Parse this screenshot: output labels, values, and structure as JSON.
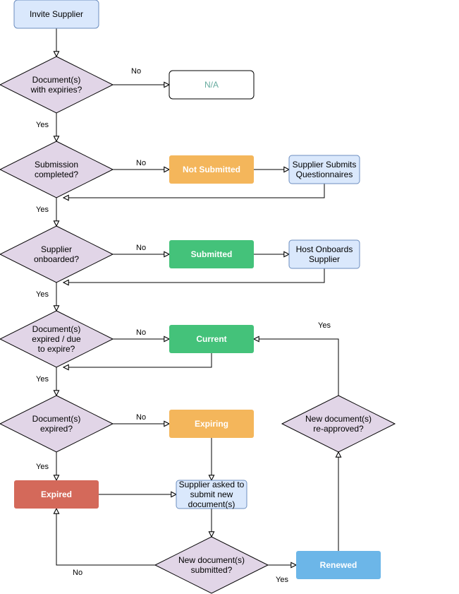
{
  "nodes": {
    "invite_supplier": {
      "lines": [
        "Invite Supplier"
      ],
      "shape": "process"
    },
    "dec_expiries": {
      "lines": [
        "Document(s)",
        "with expiries?"
      ],
      "shape": "decision"
    },
    "na": {
      "lines": [
        "N/A"
      ],
      "shape": "terminal"
    },
    "dec_submission": {
      "lines": [
        "Submission",
        "completed?"
      ],
      "shape": "decision"
    },
    "not_submitted": {
      "lines": [
        "Not Submitted"
      ],
      "shape": "status"
    },
    "supplier_submits": {
      "lines": [
        "Supplier Submits",
        "Questionnaires"
      ],
      "shape": "process"
    },
    "dec_onboarded": {
      "lines": [
        "Supplier",
        "onboarded?"
      ],
      "shape": "decision"
    },
    "submitted": {
      "lines": [
        "Submitted"
      ],
      "shape": "status"
    },
    "host_onboards": {
      "lines": [
        "Host Onboards",
        "Supplier"
      ],
      "shape": "process"
    },
    "dec_due": {
      "lines": [
        "Document(s)",
        "expired / due",
        "to expire?"
      ],
      "shape": "decision"
    },
    "current": {
      "lines": [
        "Current"
      ],
      "shape": "status"
    },
    "dec_expired": {
      "lines": [
        "Document(s)",
        "expired?"
      ],
      "shape": "decision"
    },
    "expiring": {
      "lines": [
        "Expiring"
      ],
      "shape": "status"
    },
    "dec_reapproved": {
      "lines": [
        "New document(s)",
        "re-approved?"
      ],
      "shape": "decision"
    },
    "expired": {
      "lines": [
        "Expired"
      ],
      "shape": "status"
    },
    "supplier_asked": {
      "lines": [
        "Supplier asked to",
        "submit new",
        "document(s)"
      ],
      "shape": "process"
    },
    "dec_new_submitted": {
      "lines": [
        "New document(s)",
        "submitted?"
      ],
      "shape": "decision"
    },
    "renewed": {
      "lines": [
        "Renewed"
      ],
      "shape": "status"
    }
  },
  "edge_labels": {
    "no_expiries": "No",
    "yes_expiries": "Yes",
    "no_submission": "No",
    "yes_submission": "Yes",
    "no_onboarded": "No",
    "yes_onboarded": "Yes",
    "no_due": "No",
    "yes_due": "Yes",
    "yes_reapproved": "Yes",
    "no_expired": "No",
    "yes_expired": "Yes",
    "no_new_submitted": "No",
    "yes_new_submitted": "Yes"
  },
  "colors": {
    "decision_fill": "#e1d5e7",
    "process_fill": "#dae8fc",
    "process_stroke": "#6c8ebf",
    "na_text": "#67ab9f",
    "orange": "#f4b65b",
    "green": "#44c27a",
    "red": "#d4695a",
    "blue": "#6cb6e8",
    "line": "#000000"
  }
}
